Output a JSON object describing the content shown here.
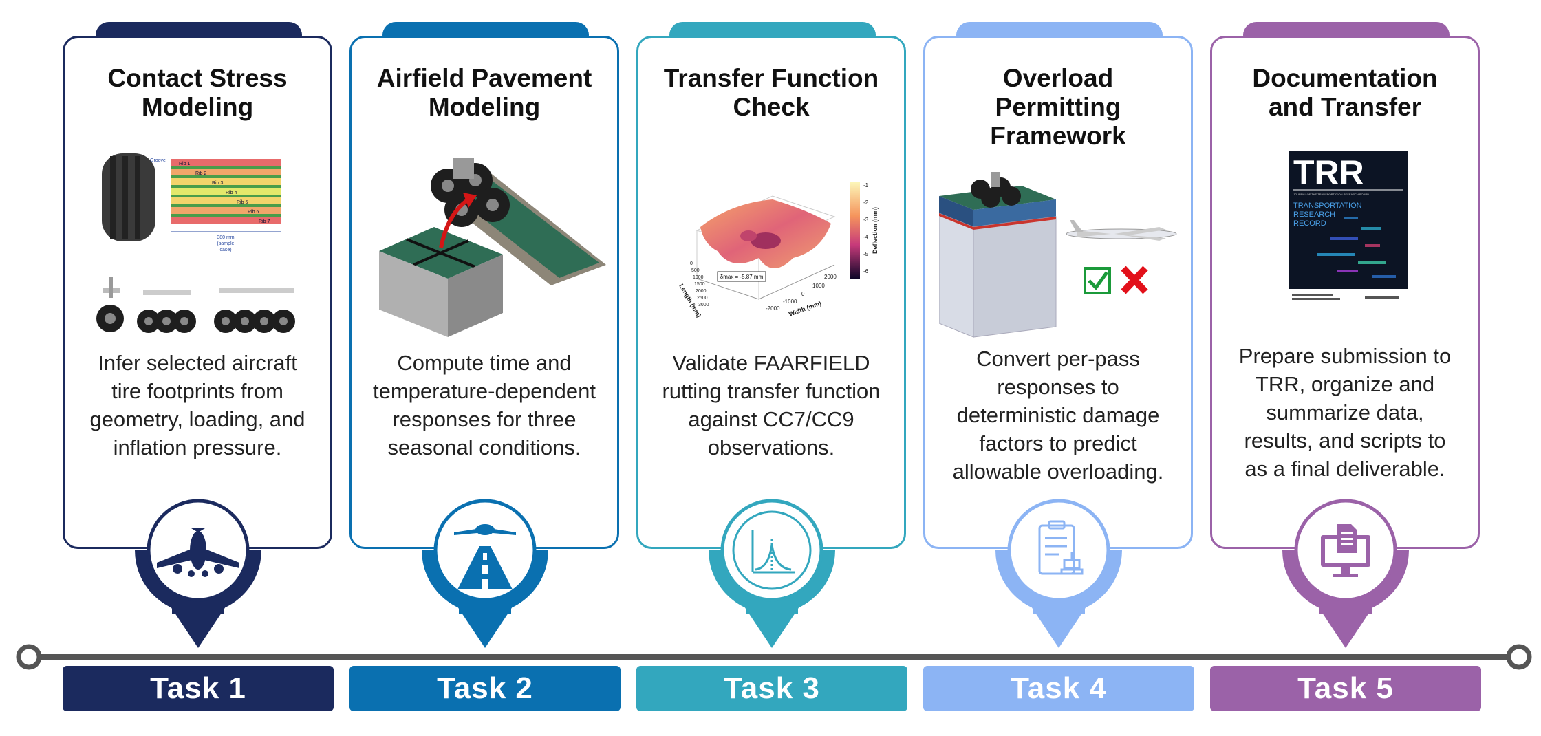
{
  "colors": [
    "#1B2A5E",
    "#0A70B0",
    "#33A7BE",
    "#8CB4F4",
    "#9B62A8"
  ],
  "tasks": [
    {
      "title": "Contact Stress Modeling",
      "title_lines": [
        "Contact Stress",
        "Modeling"
      ],
      "description_lines": [
        "Infer selected aircraft",
        "tire footprints from",
        "geometry, loading, and",
        "inflation pressure."
      ],
      "label": "Task 1",
      "icon": "airplane-icon"
    },
    {
      "title": "Airfield Pavement Modeling",
      "title_lines": [
        "Airfield Pavement",
        "Modeling"
      ],
      "description_lines": [
        "Compute time and",
        "temperature-dependent",
        "responses for three",
        "seasonal conditions."
      ],
      "label": "Task 2",
      "icon": "runway-icon"
    },
    {
      "title": "Transfer Function Check",
      "title_lines": [
        "Transfer Function",
        "Check"
      ],
      "description_lines": [
        "Validate FAARFIELD",
        "rutting transfer function",
        "against CC7/CC9",
        "observations."
      ],
      "label": "Task 3",
      "icon": "distribution-chart-icon"
    },
    {
      "title": "Overload Permitting Framework",
      "title_lines": [
        "Overload",
        "Permitting",
        "Framework"
      ],
      "description_lines": [
        "Convert per-pass",
        "responses to",
        "deterministic damage",
        "factors to predict",
        "allowable overloading."
      ],
      "label": "Task 4",
      "icon": "clipboard-stamp-icon"
    },
    {
      "title": "Documentation and Transfer",
      "title_lines": [
        "Documentation",
        "and Transfer"
      ],
      "description_lines": [
        "Prepare submission to",
        "TRR, organize and",
        "summarize data,",
        "results, and scripts to",
        "as a final deliverable."
      ],
      "label": "Task 5",
      "icon": "computer-document-icon"
    }
  ],
  "figure1": {
    "rib_labels": [
      "Rib 1",
      "Rib 2",
      "Rib 3",
      "Rib 4",
      "Rib 5",
      "Rib 6",
      "Rib 7"
    ],
    "groove_label": "Groove",
    "width_note": [
      "380 mm",
      "(sample",
      "case)"
    ]
  },
  "figure3": {
    "colorbar_label": "Deflection (mm)",
    "colorbar_ticks": [
      "-1",
      "-2",
      "-3",
      "-4",
      "-5",
      "-6"
    ],
    "x_label": "Width (mm)",
    "y_label": "Length (mm)",
    "x_ticks": [
      "-2000",
      "-1000",
      "0",
      "1000",
      "2000"
    ],
    "y_ticks": [
      "0",
      "500",
      "1000",
      "1500",
      "2000",
      "2500",
      "3000"
    ],
    "annotation": "δmax = -5.87 mm"
  },
  "figure5": {
    "journal_abbrev": "TRR",
    "journal_lines": [
      "TRANSPORTATION",
      "RESEARCH",
      "RECORD"
    ],
    "journal_header": "JOURNAL OF THE TRANSPORTATION RESEARCH BOARD"
  }
}
